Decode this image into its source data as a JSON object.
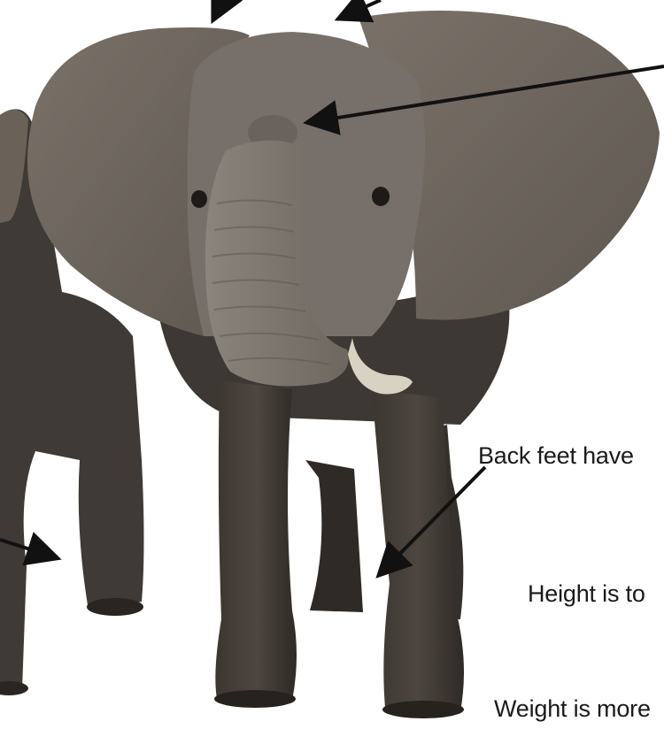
{
  "annotations": {
    "back_feet": "Back feet have",
    "height": "Height is to",
    "weight": "Weight is more"
  },
  "colors": {
    "background": "#ffffff",
    "elephant_body": "#4a443f",
    "elephant_dark": "#35302b",
    "ear": "#6b645c",
    "head": "#78716a",
    "trunk": "#86807a",
    "tusk": "#d8d2c2",
    "arrow": "#111111"
  }
}
